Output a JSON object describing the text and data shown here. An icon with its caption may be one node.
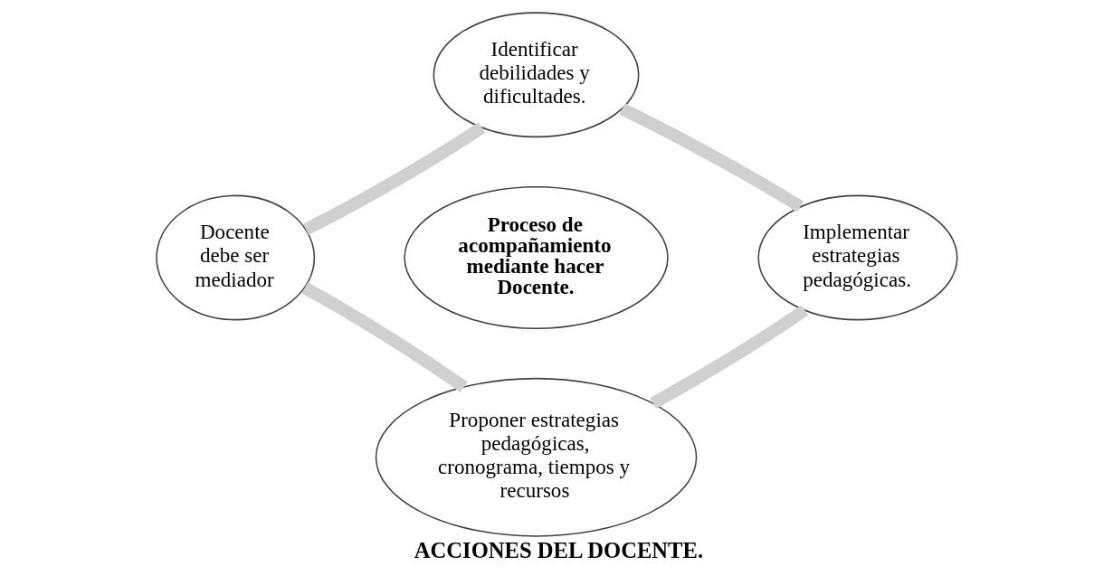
{
  "diagram": {
    "caption": "ACCIONES DEL DOCENTE.",
    "nodes": [
      {
        "text": [
          "Identificar debilidades y dificultades."
        ]
      },
      {
        "text": [
          "Docente debe ser mediador"
        ]
      },
      {
        "text": [
          "Proceso de acompañamiento mediante hacer Docente."
        ]
      },
      {
        "text": [
          "Implementar estrategias pedagógicas."
        ]
      },
      {
        "text": [
          "Proponer estrategias pedagógicas, cronograma, tiempos y recursos"
        ]
      }
    ],
    "edges": [
      {
        "from": 0,
        "to": 3,
        "arrow": "none"
      },
      {
        "from": 3,
        "to": 4,
        "arrow": "none"
      },
      {
        "from": 4,
        "to": 1,
        "arrow": "none"
      },
      {
        "from": 1,
        "to": 0,
        "arrow": "none"
      }
    ]
  }
}
